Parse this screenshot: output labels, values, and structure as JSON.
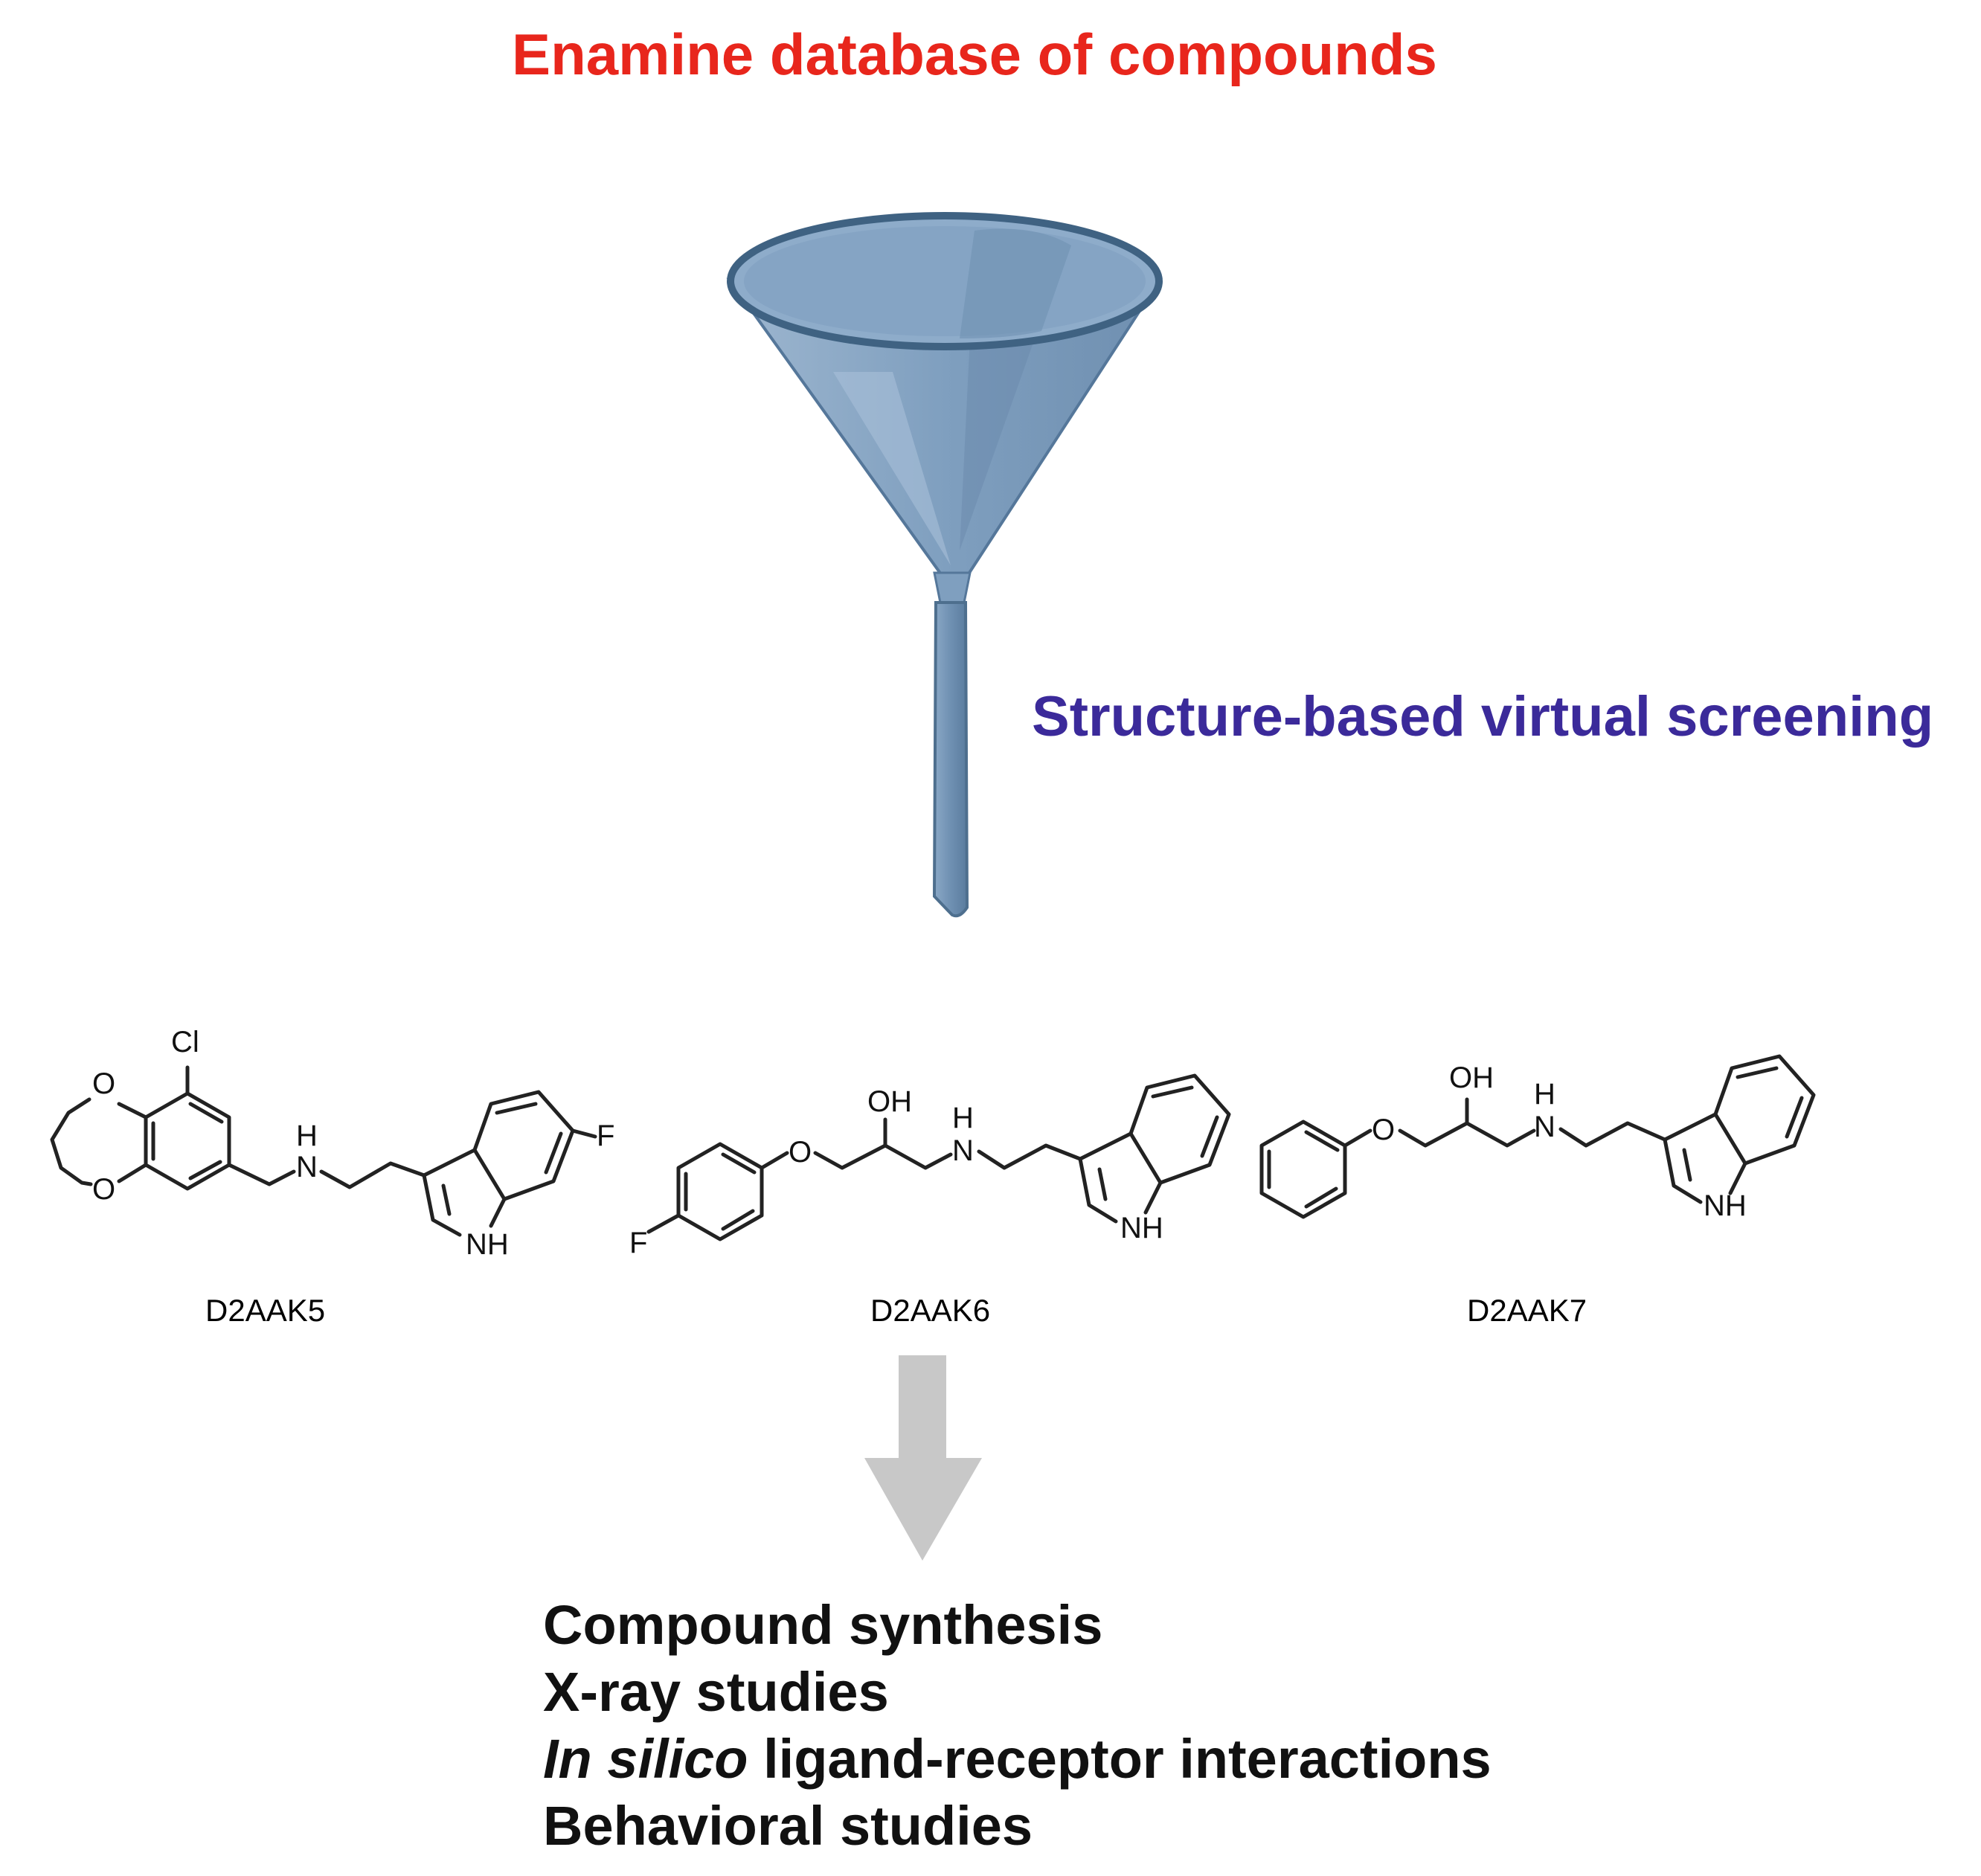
{
  "title": "Enamine database of compounds",
  "screening_label": "Structure-based virtual screening",
  "compounds": [
    {
      "name": "D2AAK5",
      "atoms": {
        "cl": "Cl",
        "o1": "O",
        "o2": "O",
        "nh_h": "H",
        "nh_n": "N",
        "indole_nh": "NH",
        "f": "F"
      }
    },
    {
      "name": "D2AAK6",
      "atoms": {
        "f": "F",
        "o": "O",
        "oh": "OH",
        "nh_h": "H",
        "nh_n": "N",
        "indole_nh": "NH"
      }
    },
    {
      "name": "D2AAK7",
      "atoms": {
        "o": "O",
        "oh": "OH",
        "nh_h": "H",
        "nh_n": "N",
        "indole_nh": "NH"
      }
    }
  ],
  "outcomes": [
    {
      "italic": "",
      "text": "Compound synthesis"
    },
    {
      "italic": "",
      "text": "X-ray studies"
    },
    {
      "italic": "In silico",
      "text": " ligand-receptor interactions"
    },
    {
      "italic": "",
      "text": "Behavioral studies"
    }
  ],
  "colors": {
    "title": "#e8261c",
    "screening": "#3b2a9a",
    "funnel_fill": "#7f9fbf",
    "funnel_stroke": "#4e6f8e",
    "arrow": "#c8c8c8",
    "bond": "#222222"
  },
  "icons": {
    "funnel": "funnel-icon",
    "arrow": "down-arrow-icon"
  }
}
